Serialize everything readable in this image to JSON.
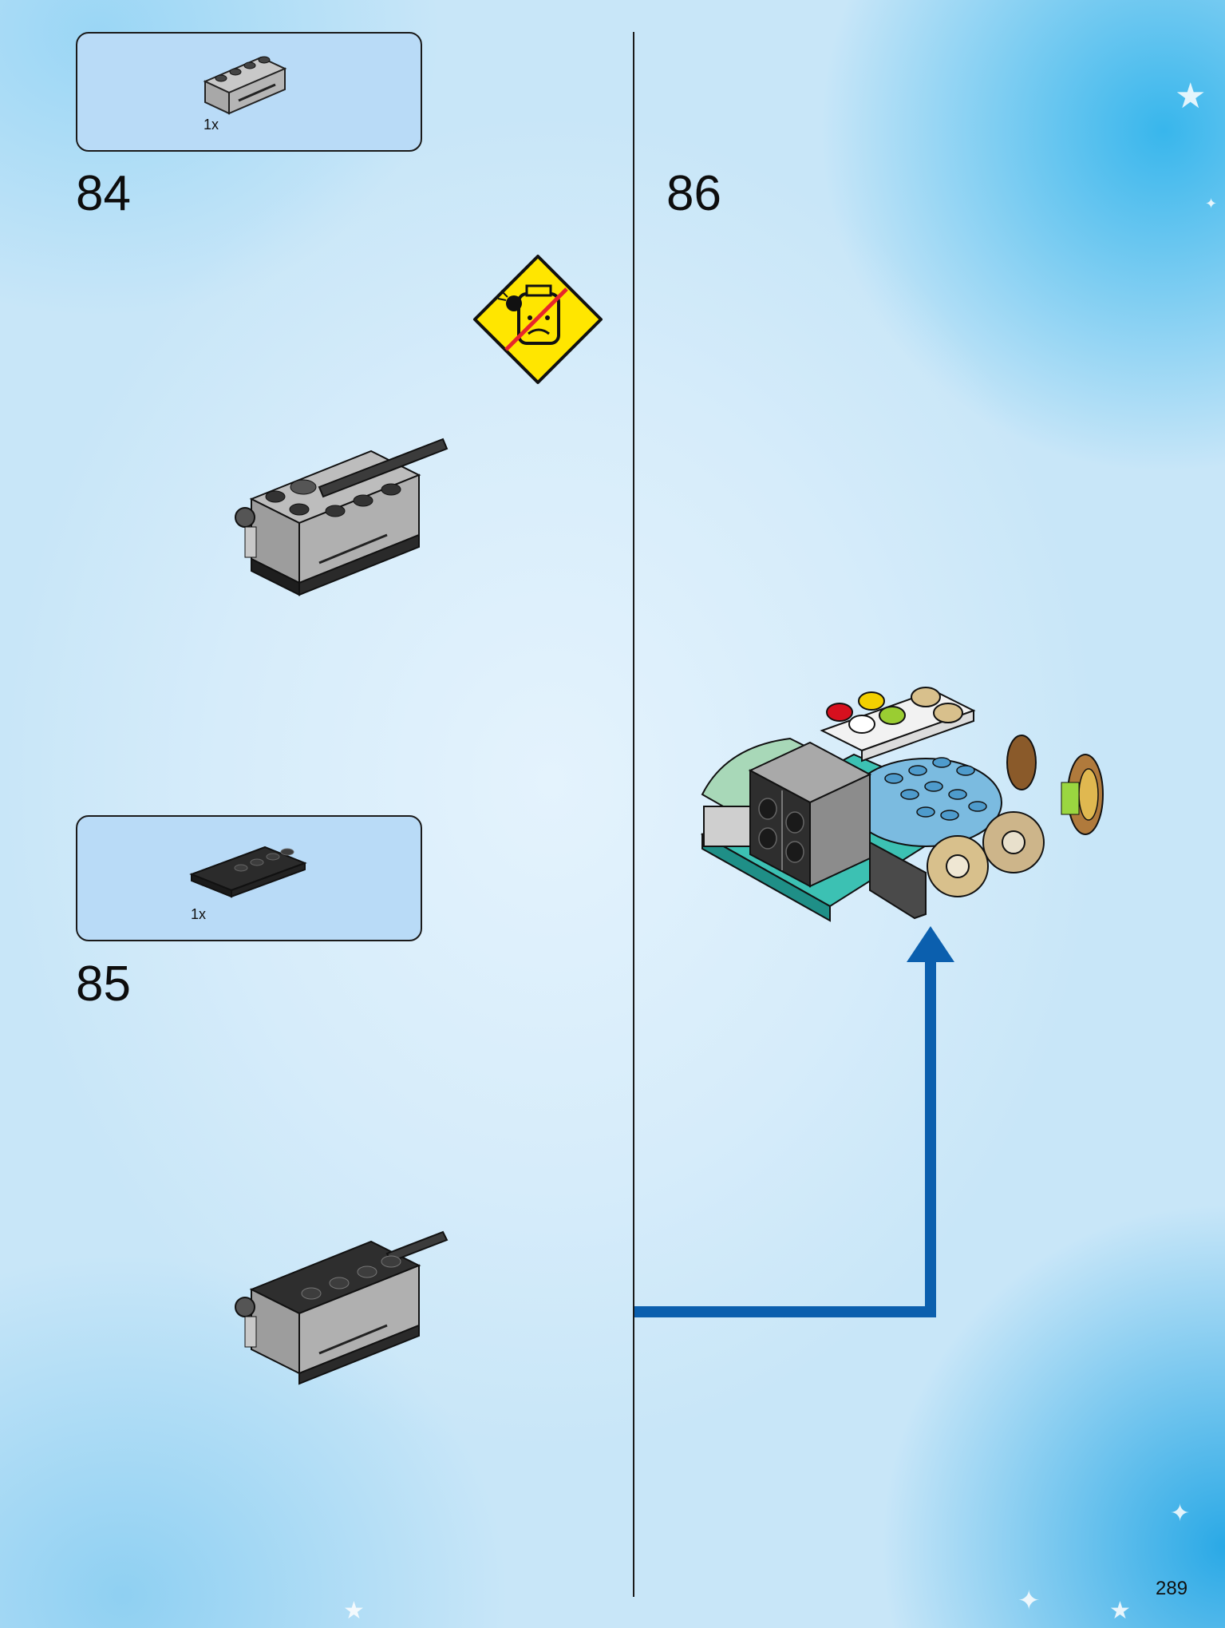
{
  "page": {
    "number": "289"
  },
  "steps": [
    {
      "number": "84",
      "part_quantity": "1x",
      "part_icon": "grey-brick-1x4-with-groove-icon"
    },
    {
      "number": "85",
      "part_quantity": "1x",
      "part_icon": "black-tile-2x4-with-studs-icon"
    },
    {
      "number": "86"
    }
  ],
  "warning": {
    "icon": "choking-hazard-warning-icon"
  },
  "colors": {
    "callout_bg": "#b9dbf7",
    "arrow": "#0b5fae",
    "warning_yellow": "#ffe600",
    "warning_stripe": "#e8262b"
  }
}
